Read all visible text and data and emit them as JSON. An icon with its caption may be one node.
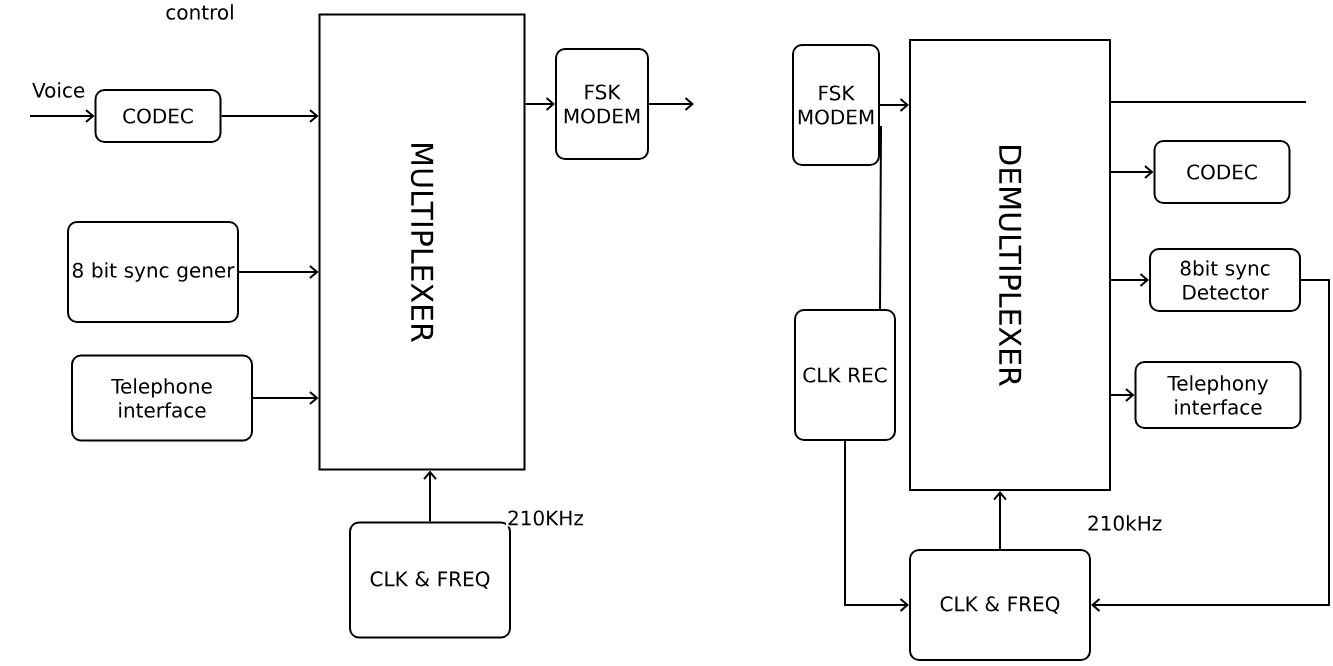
{
  "diagram": {
    "nodes": [
      {
        "text": [
          "CODEC"
        ]
      },
      {
        "text": [
          "8 bit sync gener"
        ]
      },
      {
        "text": [
          "Telephone interface"
        ]
      },
      {
        "text": [
          "MULTIPLEXER"
        ]
      },
      {
        "text": [
          "FSK MODEM"
        ]
      },
      {
        "text": [
          "CLK & FREQ"
        ]
      },
      {
        "text": [
          "FSK MODEM"
        ]
      },
      {
        "text": [
          "DEMULTIPLEXER"
        ]
      },
      {
        "text": [
          "CODEC"
        ]
      },
      {
        "text": [
          "8bit sync Detector"
        ]
      },
      {
        "text": [
          "CLK REC"
        ]
      },
      {
        "text": [
          "Telephony interface"
        ]
      },
      {
        "text": [
          "CLK & FREQ"
        ]
      }
    ],
    "edges": [
      {
        "from": null,
        "to": 0,
        "arrow": "to",
        "label": "Voice"
      },
      {
        "from": 0,
        "to": 3,
        "arrow": "to"
      },
      {
        "from": 1,
        "to": 3,
        "arrow": "to"
      },
      {
        "from": 2,
        "to": 3,
        "arrow": "to"
      },
      {
        "from": 3,
        "to": 4,
        "arrow": "to"
      },
      {
        "from": 4,
        "to": null,
        "arrow": "to"
      },
      {
        "from": 5,
        "to": 3,
        "arrow": "to",
        "label": "210KHz"
      },
      {
        "from": 6,
        "to": 7,
        "arrow": "to"
      },
      {
        "from": 7,
        "to": 8,
        "arrow": "to"
      },
      {
        "from": 7,
        "to": 9,
        "arrow": "to"
      },
      {
        "from": 7,
        "to": 11,
        "arrow": "to"
      },
      {
        "from": 7,
        "to": null,
        "arrow": "none"
      },
      {
        "from": 9,
        "to": 12,
        "arrow": "to"
      },
      {
        "from": 6,
        "to": 10,
        "arrow": "none"
      },
      {
        "from": 10,
        "to": 12,
        "arrow": "to"
      },
      {
        "from": 12,
        "to": 7,
        "arrow": "to",
        "label": "210kHz"
      }
    ],
    "labels": [
      "control"
    ]
  }
}
